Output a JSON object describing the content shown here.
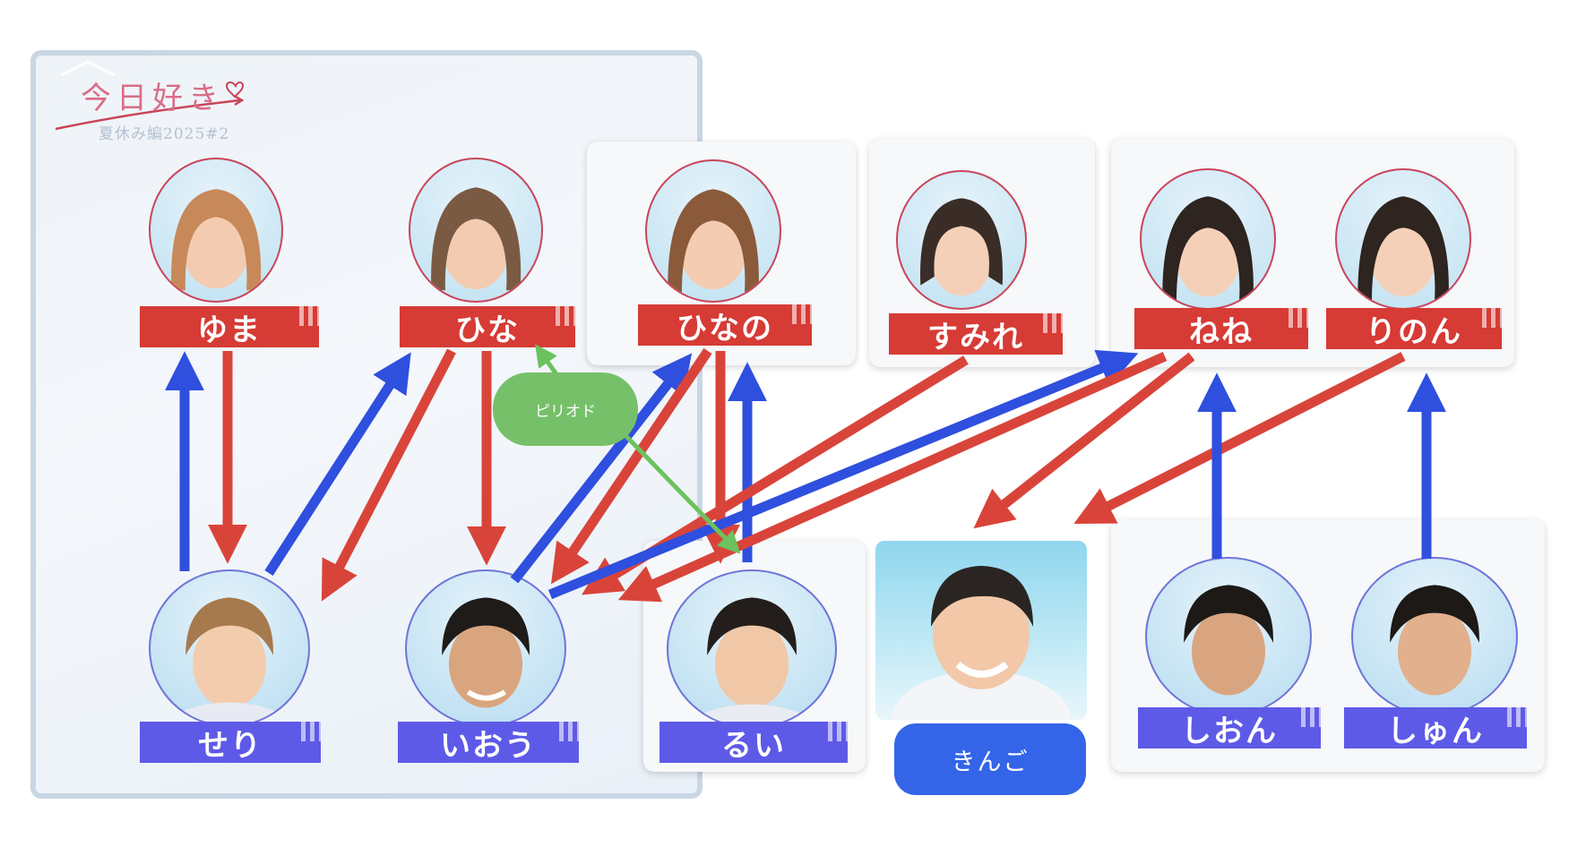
{
  "logo": {
    "title": "今日好き",
    "subtitle": "夏休み編2025#2"
  },
  "colors": {
    "female_label": "#d63b35",
    "male_label": "#5e5ae8",
    "arrow_blue": "#2f4fde",
    "arrow_red": "#d9443a",
    "arrow_green": "#6cc25e",
    "bubble_green": "#76c06a",
    "bubble_blue": "#3465e8"
  },
  "people": {
    "yuma": "ゆま",
    "hina": "ひな",
    "hinano": "ひなの",
    "sumire": "すみれ",
    "nene": "ねね",
    "rinon": "りのん",
    "seri": "せり",
    "iou": "いおう",
    "rui": "るい",
    "kinngo": "きんご",
    "shion": "しおん",
    "shun": "しゅん"
  },
  "annotations": {
    "period": "ピリオド"
  },
  "edges": [
    {
      "from": "yuma",
      "to": "seri",
      "color": "red"
    },
    {
      "from": "seri",
      "to": "yuma",
      "color": "blue"
    },
    {
      "from": "seri",
      "to": "hina",
      "color": "blue"
    },
    {
      "from": "hina",
      "to": "seri",
      "color": "red"
    },
    {
      "from": "hina",
      "to": "iou",
      "color": "red"
    },
    {
      "from": "iou",
      "to": "hinano",
      "color": "blue"
    },
    {
      "from": "hinano",
      "to": "iou",
      "color": "red"
    },
    {
      "from": "hinano",
      "to": "rui",
      "color": "red"
    },
    {
      "from": "rui",
      "to": "hinano",
      "color": "blue"
    },
    {
      "from": "sumire",
      "to": "iou",
      "color": "red"
    },
    {
      "from": "iou",
      "to": "nene",
      "color": "blue"
    },
    {
      "from": "nene",
      "to": "iou",
      "color": "red"
    },
    {
      "from": "nene",
      "to": "kinngo",
      "color": "red"
    },
    {
      "from": "rinon",
      "to": "kinngo",
      "color": "red"
    },
    {
      "from": "shion",
      "to": "nene",
      "color": "blue"
    },
    {
      "from": "shun",
      "to": "rinon",
      "color": "blue"
    },
    {
      "from": "period",
      "to": "hina",
      "color": "green"
    },
    {
      "from": "period",
      "to": "rui",
      "color": "green"
    }
  ]
}
